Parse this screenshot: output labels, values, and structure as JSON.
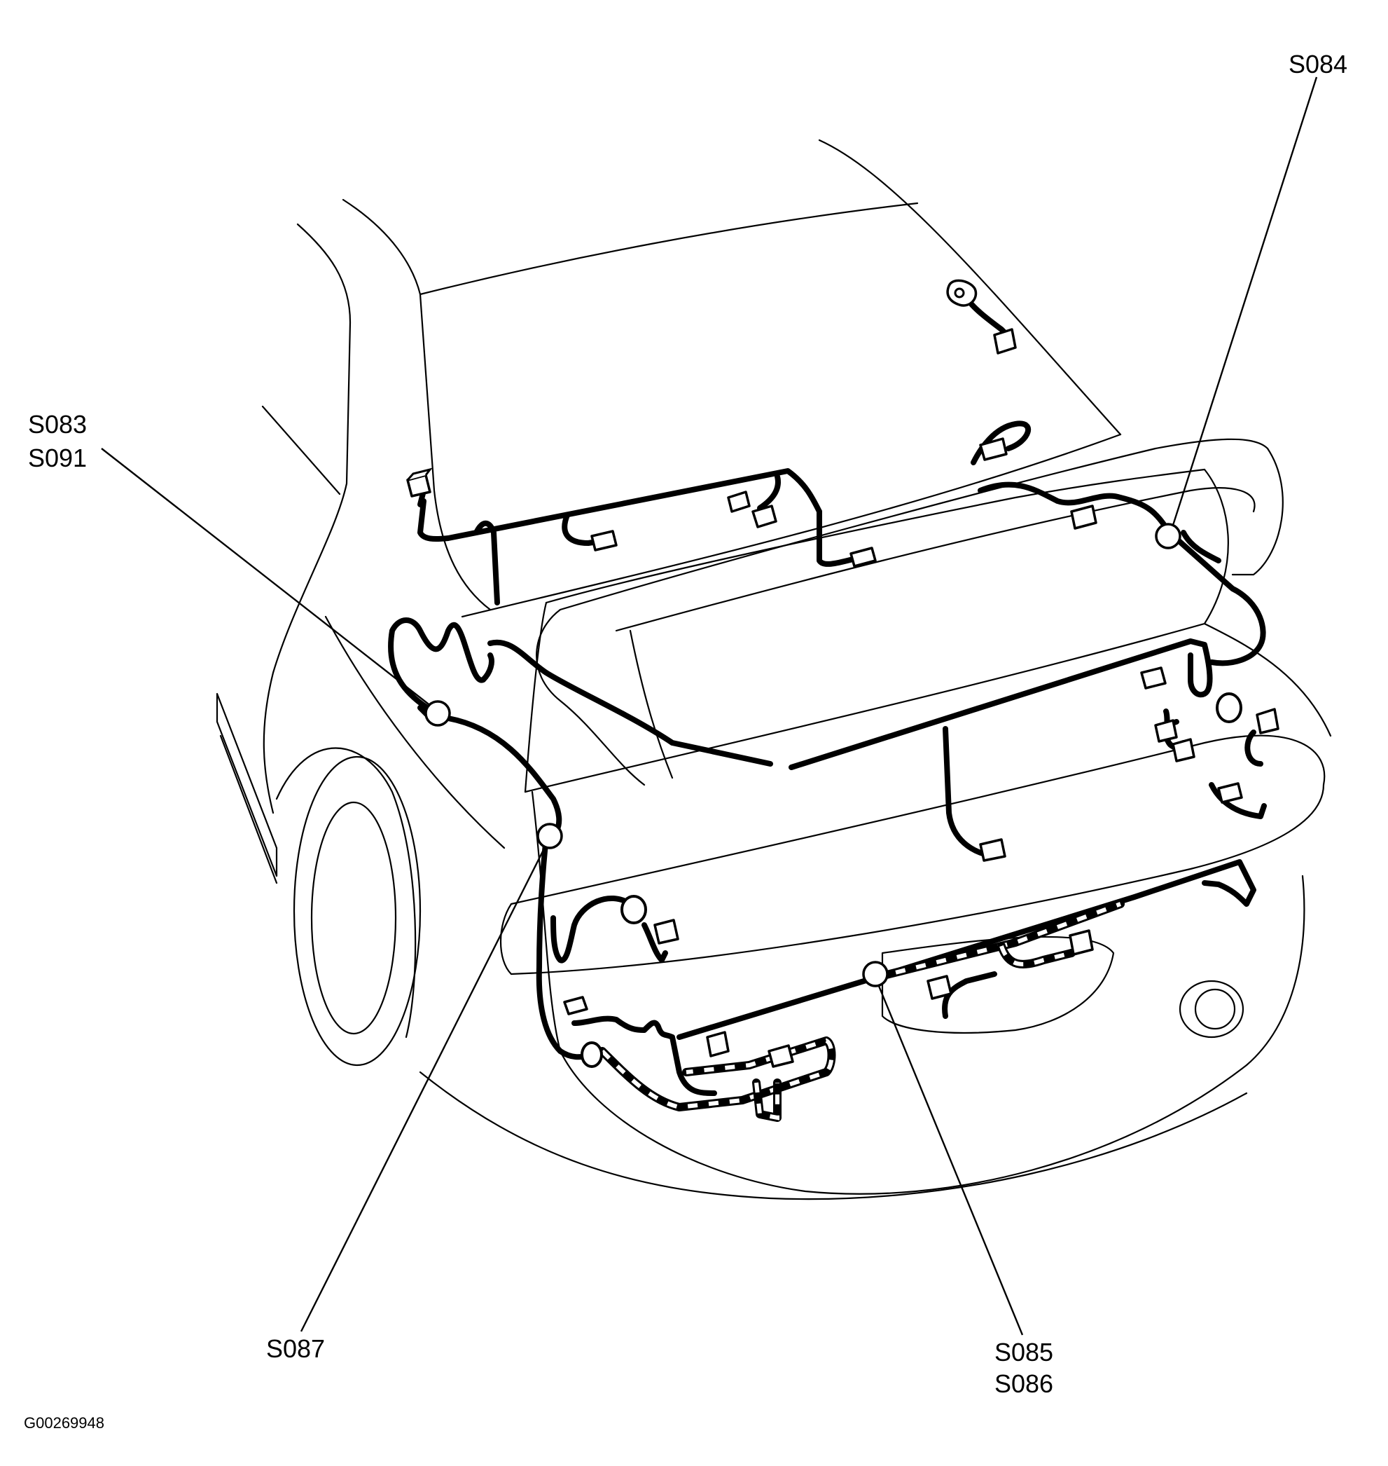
{
  "labels": {
    "s084": "S084",
    "s083": "S083",
    "s091": "S091",
    "s087": "S087",
    "s085": "S085",
    "s086": "S086"
  },
  "figure_id": "G00269948"
}
